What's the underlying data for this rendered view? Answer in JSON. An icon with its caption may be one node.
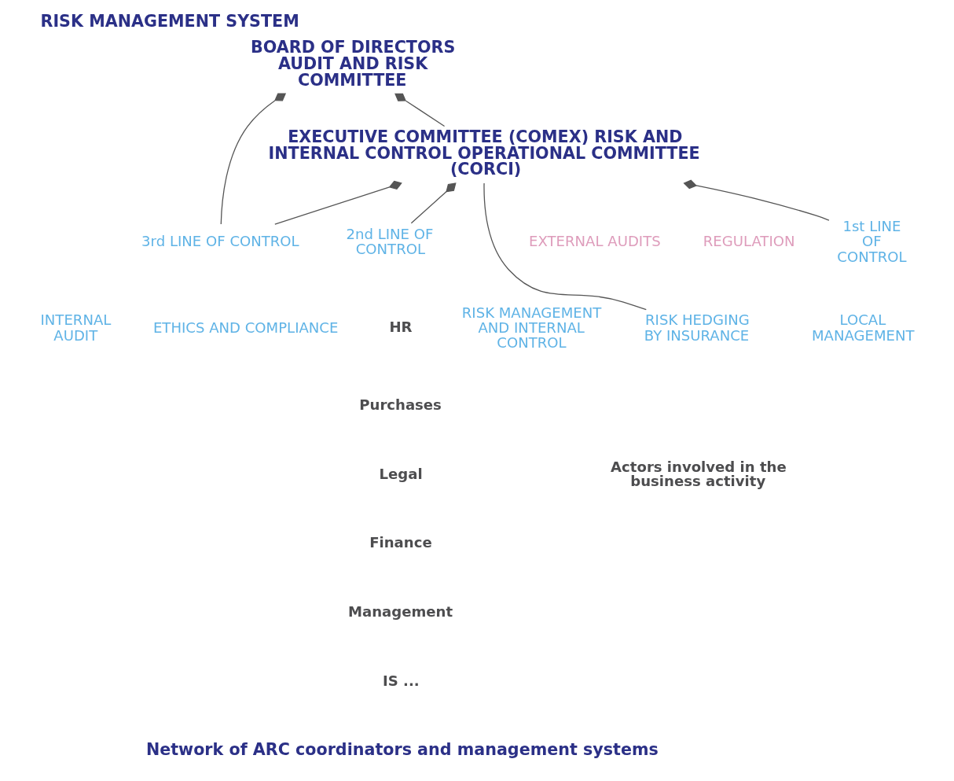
{
  "diagram": {
    "title": "RISK MANAGEMENT SYSTEM",
    "nodes": [
      {
        "text": [
          "BOARD OF DIRECTORS AUDIT AND RISK COMMITTEE"
        ]
      },
      {
        "text": [
          "EXECUTIVE COMMITTEE (COMEX) RISK AND INTERNAL CONTROL OPERATIONAL COMMITTEE (CORCI)"
        ]
      },
      {
        "text": [
          "1st LINE OF CONTROL"
        ]
      },
      {
        "text": [
          "2nd LINE OF CONTROL"
        ]
      },
      {
        "text": [
          "3rd LINE OF CONTROL"
        ]
      },
      {
        "text": [
          "LOCAL MANAGEMENT"
        ]
      },
      {
        "text": [
          "Actors involved in the business activity"
        ]
      },
      {
        "text": [
          "HR"
        ]
      },
      {
        "text": [
          "Purchases"
        ]
      },
      {
        "text": [
          "Legal"
        ]
      },
      {
        "text": [
          "Finance"
        ]
      },
      {
        "text": [
          "Management"
        ]
      },
      {
        "text": [
          "IS ..."
        ]
      },
      {
        "text": [
          "RISK MANAGEMENT AND INTERNAL CONTROL"
        ]
      },
      {
        "text": [
          "RISK HEDGING BY INSURANCE"
        ]
      },
      {
        "text": [
          "ETHICS AND COMPLIANCE"
        ]
      },
      {
        "text": [
          "INTERNAL AUDIT"
        ]
      },
      {
        "text": [
          "EXTERNAL AUDITS"
        ]
      },
      {
        "text": [
          "REGULATION"
        ]
      },
      {
        "text": [
          "Network of ARC coordinators and management systems"
        ]
      }
    ],
    "edges": [
      {
        "from": 0,
        "to": 1,
        "arrow": "other"
      },
      {
        "from": 0,
        "to": 4,
        "arrow": "other"
      },
      {
        "from": 1,
        "to": 2,
        "arrow": "other"
      },
      {
        "from": 1,
        "to": 3,
        "arrow": "other"
      },
      {
        "from": 1,
        "to": 4,
        "arrow": "other"
      },
      {
        "from": 1,
        "to": 14,
        "arrow": "none"
      }
    ]
  }
}
